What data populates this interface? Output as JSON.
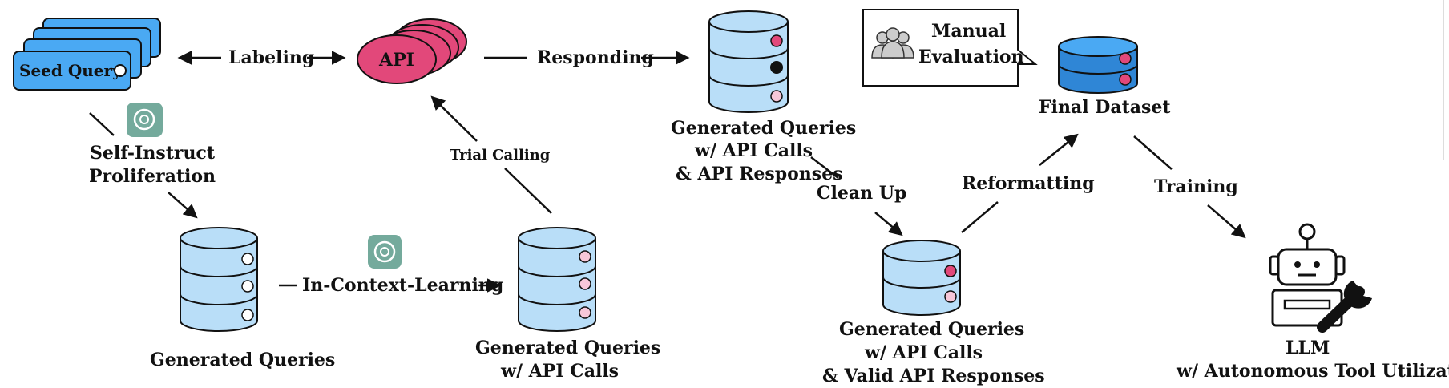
{
  "seed": {
    "label": "Seed Query"
  },
  "api": {
    "label": "API"
  },
  "edges": {
    "labeling": "Labeling",
    "responding": "Responding",
    "self_instruct_1": "Self-Instruct",
    "self_instruct_2": "Proliferation",
    "in_context": "In-Context-Learning",
    "trial_calling": "Trial Calling",
    "clean_up": "Clean Up",
    "reformatting": "Reformatting",
    "training": "Training"
  },
  "nodes": {
    "generated_queries": "Generated Queries",
    "gq_api_1": "Generated Queries",
    "gq_api_2": "w/ API Calls",
    "gq_resp_1": "Generated Queries",
    "gq_resp_2": "w/ API Calls",
    "gq_resp_3": "& API Responses",
    "gq_valid_1": "Generated Queries",
    "gq_valid_2": "w/ API Calls",
    "gq_valid_3": "& Valid API Responses",
    "final_dataset": "Final Dataset",
    "manual_eval_1": "Manual",
    "manual_eval_2": "Evaluation",
    "llm_1": "LLM",
    "llm_2": "w/ Autonomous Tool Utilization"
  },
  "colors": {
    "query_blue": "#4aa9f3",
    "db_light": "#b9def8",
    "db_final": "#2f86d6",
    "api_pink": "#e2487a",
    "dot_pink": "#e2487a",
    "dot_light_pink": "#f7c7d9",
    "gpt_green": "#74aa9c"
  }
}
